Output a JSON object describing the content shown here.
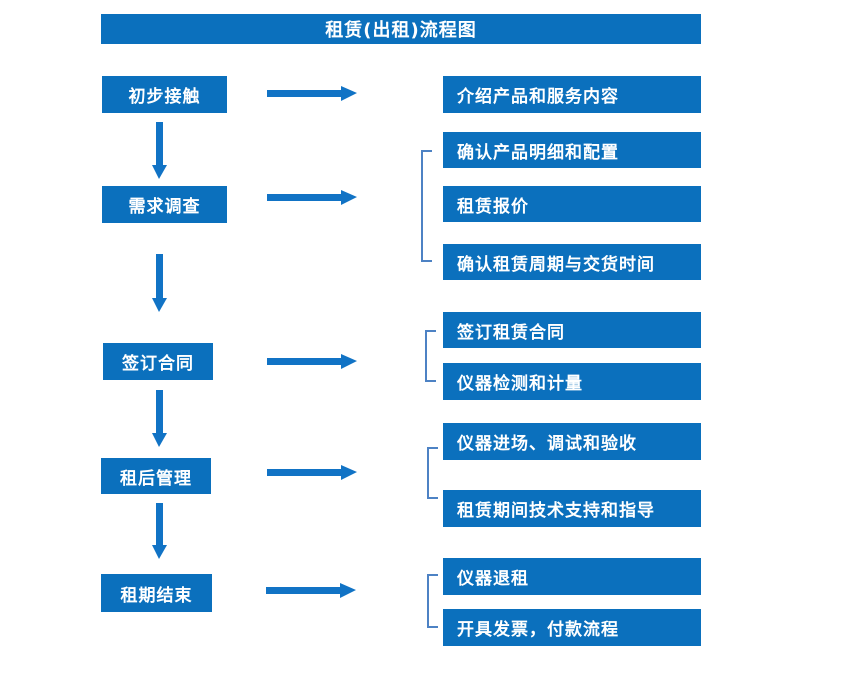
{
  "palette": {
    "box_blue": "#0b70bd",
    "arrow_blue": "#1173c5",
    "bracket_blue": "#4d82c4",
    "text_white": "#ffffff",
    "background": "#ffffff"
  },
  "title": {
    "text": "租赁(出租)流程图"
  },
  "stages": [
    {
      "label": "初步接触"
    },
    {
      "label": "需求调查"
    },
    {
      "label": "签订合同"
    },
    {
      "label": "租后管理"
    },
    {
      "label": "租期结束"
    }
  ],
  "details": [
    {
      "label": "介绍产品和服务内容"
    },
    {
      "label": "确认产品明细和配置"
    },
    {
      "label": "租赁报价"
    },
    {
      "label": "确认租赁周期与交货时间"
    },
    {
      "label": "签订租赁合同"
    },
    {
      "label": "仪器检测和计量"
    },
    {
      "label": "仪器进场、调试和验收"
    },
    {
      "label": "租赁期间技术支持和指导"
    },
    {
      "label": "仪器退租"
    },
    {
      "label": "开具发票，付款流程"
    }
  ]
}
